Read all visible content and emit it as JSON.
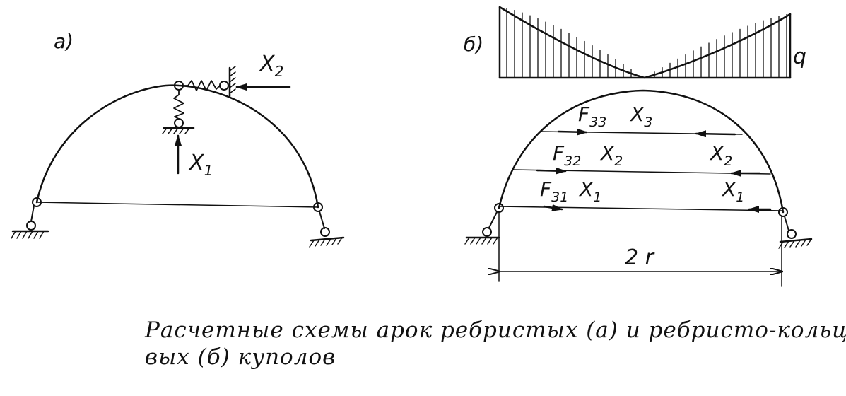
{
  "figure_a": {
    "panel_label": "а)",
    "force_labels": {
      "x1": "X",
      "x1_sub": "1",
      "x2": "X",
      "x2_sub": "2"
    }
  },
  "figure_b": {
    "panel_label": "б)",
    "load_label": "q",
    "span_label": "2 r",
    "rings": [
      {
        "f_label": "F",
        "f_sub": "31",
        "left_label": "X",
        "left_sub": "1",
        "right_label": "X",
        "right_sub": "1"
      },
      {
        "f_label": "F",
        "f_sub": "32",
        "left_label": "X",
        "left_sub": "2",
        "right_label": "X",
        "right_sub": "2"
      },
      {
        "f_label": "F",
        "f_sub": "33",
        "left_label": "X",
        "left_sub": "3",
        "right_label": "",
        "right_sub": ""
      }
    ]
  },
  "caption": {
    "line1": "Расчетные схемы арок ребристых (а) и ребристо-кольце-",
    "line2": "вых (б) куполов"
  }
}
